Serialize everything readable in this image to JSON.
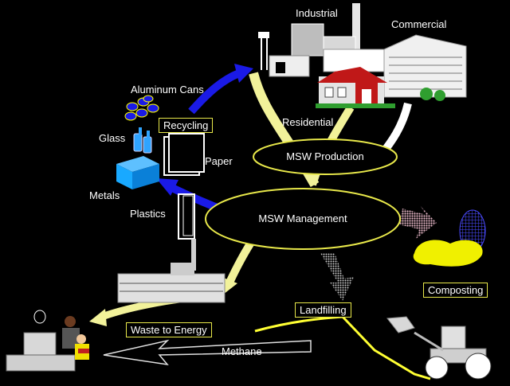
{
  "labels": {
    "industrial": "Industrial",
    "commercial": "Commercial",
    "residential": "Residential",
    "aluminum_cans": "Aluminum Cans",
    "glass": "Glass",
    "paper": "Paper",
    "metals": "Metals",
    "plastics": "Plastics"
  },
  "boxes": {
    "recycling": "Recycling",
    "composting": "Composting",
    "landfilling": "Landfilling",
    "waste_to_energy": "Waste to Energy",
    "methane": "Methane"
  },
  "ellipses": {
    "production": "MSW Production",
    "management": "MSW Management"
  },
  "colors": {
    "background": "#000000",
    "arrow_yellow": "#f2f29a",
    "arrow_blue": "#1a1ae6",
    "arrow_pink": "#e8b8c8",
    "arrow_white": "#ffffff",
    "box_border": "#e8e84a",
    "compost_yellow": "#f0f000",
    "metal_cube": "#19a9ff"
  }
}
